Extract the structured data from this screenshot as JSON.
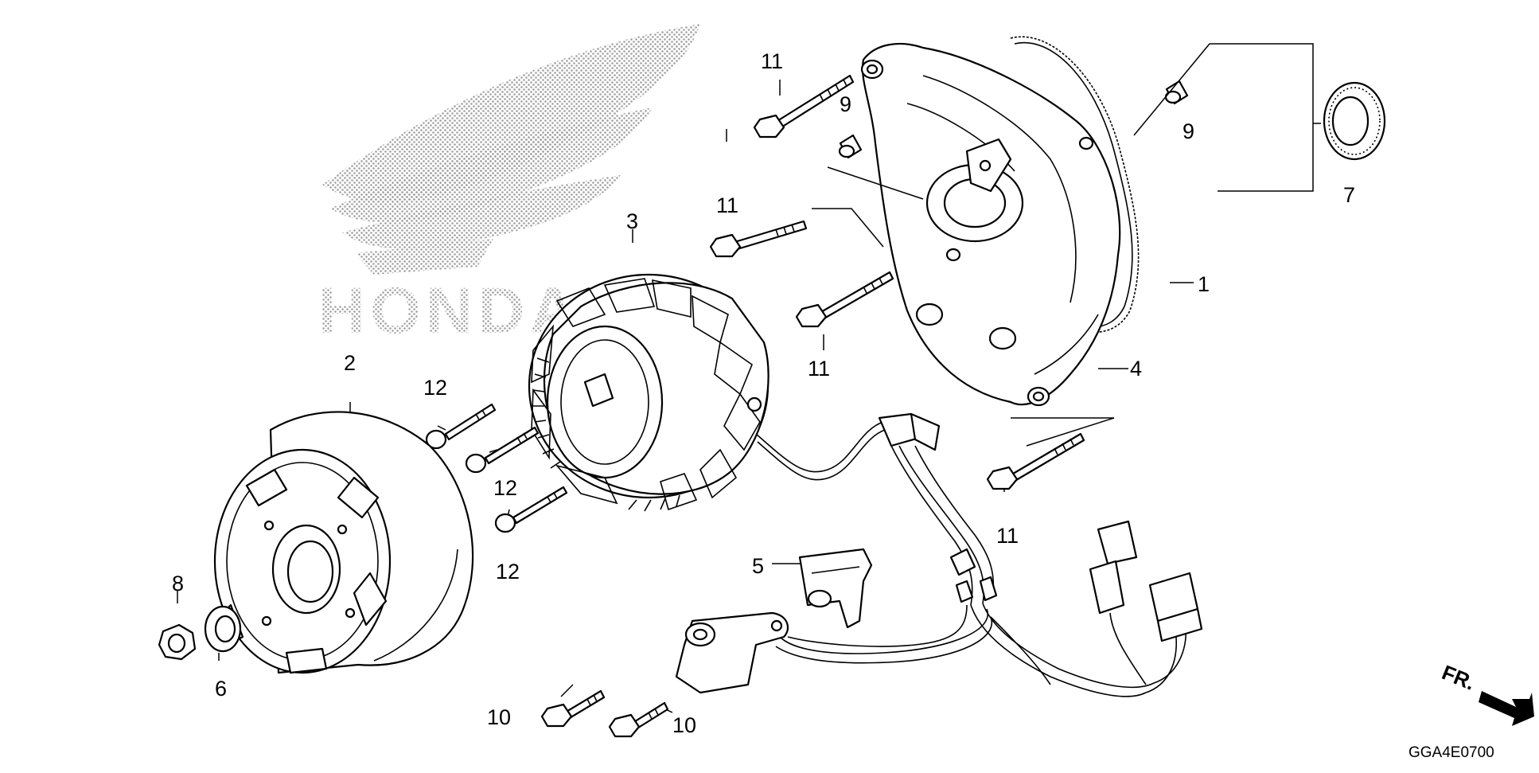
{
  "diagram_code": "GGA4E0700",
  "front_marker": "FR.",
  "logo_text": "HONDA",
  "colors": {
    "line": "#000000",
    "background": "#ffffff",
    "watermark": "#9a9a9a"
  },
  "callouts": {
    "c11_top": "11",
    "c9_left": "9",
    "c9_right": "9",
    "c7": "7",
    "c3": "3",
    "c11_mid": "11",
    "c1": "1",
    "c11_low": "11",
    "c4": "4",
    "c2": "2",
    "c12_a": "12",
    "c12_b": "12",
    "c12_c": "12",
    "c11_right": "11",
    "c5": "5",
    "c8": "8",
    "c6": "6",
    "c10_a": "10",
    "c10_b": "10"
  }
}
